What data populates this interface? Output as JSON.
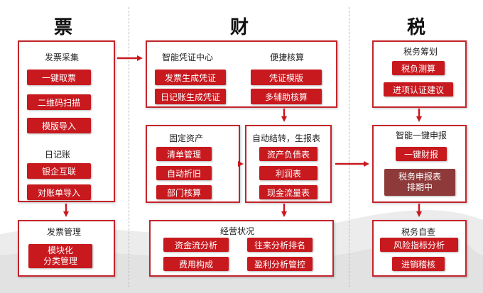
{
  "columns": {
    "invoice": "票",
    "finance": "财",
    "tax": "税"
  },
  "invoice": {
    "collect": {
      "title": "发票采集",
      "buttons": [
        "一键取票",
        "二维码扫描",
        "模版导入"
      ]
    },
    "journal": {
      "title": "日记账",
      "buttons": [
        "银企互联",
        "对账单导入"
      ]
    },
    "manage": {
      "title": "发票管理",
      "button": "模块化\n分类管理"
    }
  },
  "finance": {
    "voucher": {
      "title": "智能凭证中心",
      "buttons": [
        "发票生成凭证",
        "日记账生成凭证"
      ]
    },
    "check": {
      "title": "便捷核算",
      "buttons": [
        "凭证模版",
        "多辅助核算"
      ]
    },
    "assets": {
      "title": "固定资产",
      "buttons": [
        "清单管理",
        "自动折旧",
        "部门核算"
      ]
    },
    "reports": {
      "title": "自动结转，生报表",
      "buttons": [
        "资产负债表",
        "利润表",
        "现金流量表"
      ]
    },
    "operation": {
      "title": "经营状况",
      "buttons": [
        "资金流分析",
        "往来分析排名",
        "费用构成",
        "盈利分析管控"
      ]
    }
  },
  "tax": {
    "plan": {
      "title": "税务筹划",
      "buttons": [
        "税负测算",
        "进项认证建议"
      ]
    },
    "declare": {
      "title": "智能一键申报",
      "buttons": [
        "一键财报",
        "税务申报表\n排期中"
      ]
    },
    "audit": {
      "title": "税务自查",
      "buttons": [
        "风险指标分析",
        "进销稽核"
      ]
    }
  },
  "colors": {
    "accent": "#c8191f",
    "border": "#c3252b",
    "disabled": "#8e3a3a"
  }
}
